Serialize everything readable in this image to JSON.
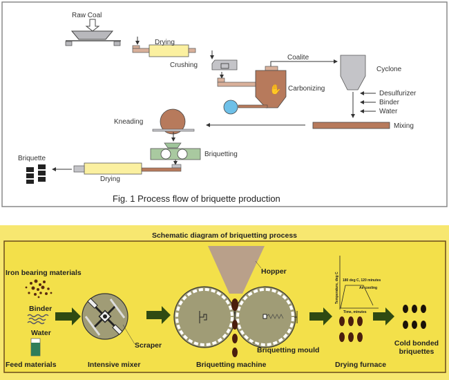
{
  "figure1": {
    "caption": "Fig. 1  Process flow of briquette production",
    "labels": {
      "raw_coal": "Raw Coal",
      "drying_1": "Drying",
      "crushing": "Crushing",
      "coalite": "Coalite",
      "cyclone": "Cyclone",
      "carbonizing": "Carbonizing",
      "desulfurizer": "Desulfurizer",
      "binder": "Binder",
      "water": "Water",
      "mixing": "Mixing",
      "kneading": "Kneading",
      "briquetting": "Briquetting",
      "briquette": "Briquette",
      "drying_2": "Drying"
    }
  },
  "figure2": {
    "title": "Schematic diagram of briquetting process",
    "labels": {
      "iron_bearing": "Iron bearing materials",
      "binder": "Binder",
      "water": "Water",
      "feed_materials": "Feed materials",
      "scraper": "Scraper",
      "intensive_mixer": "Intensive mixer",
      "hopper": "Hopper",
      "briquetting_mould": "Briquetting mould",
      "briquetting_machine": "Briquetting machine",
      "drying_furnace": "Drying furnace",
      "cold_bonded_1": "Cold bonded",
      "cold_bonded_2": "briquettes"
    },
    "graph": {
      "ylabel": "Temperature, deg C",
      "xlabel": "Time, minutes",
      "annotation_hold": "180 deg C, 120 minutes",
      "annotation_cool": "Air cooling"
    },
    "colors": {
      "background": "#f3e04a",
      "arrow": "#2f4a12",
      "wheel": "#9c9a72",
      "hopper": "#b9a08a",
      "briquette": "#4a1e0e"
    }
  }
}
